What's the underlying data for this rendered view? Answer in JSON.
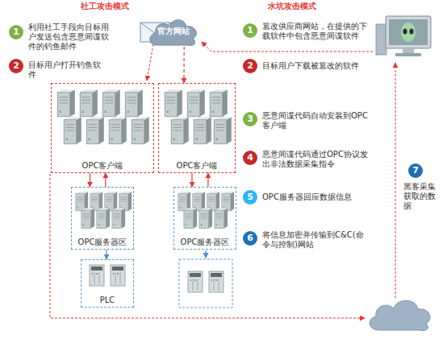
{
  "diagram": {
    "nodes": [
      {
        "text": [
          "官方网站"
        ]
      },
      {
        "text": [
          "OPC客户端"
        ]
      },
      {
        "text": [
          "OPC客户端"
        ]
      },
      {
        "text": [
          "OPC服务器区"
        ]
      },
      {
        "text": [
          "OPC服务器区"
        ]
      },
      {
        "text": [
          "PLC"
        ]
      }
    ],
    "edges": [
      {
        "from": 0,
        "to": 2,
        "arrow": "to"
      },
      {
        "from": 1,
        "to": 3,
        "arrow": "to"
      },
      {
        "from": 3,
        "to": 1,
        "arrow": "to"
      },
      {
        "from": 2,
        "to": 4,
        "arrow": "to"
      },
      {
        "from": 4,
        "to": 2,
        "arrow": "to"
      },
      {
        "from": 3,
        "to": 5,
        "arrow": "to"
      }
    ],
    "labels": [
      "社工攻击模式",
      "水坑攻击模式",
      "1",
      "利用社工手段向目标用户发送包含恶意间谍软件的钓鱼邮件",
      "1",
      "篡改供应商网站，在提供的下载软件中包含恶意间谍软件",
      "2",
      "目标用户打开钓鱼软件",
      "2",
      "目标用户下载被篡改的软件",
      "3",
      "恶意间谍代码自动安装到OPC客户端",
      "7",
      "黑客采集获取的数据",
      "4",
      "恶意间谍代码通过OPC协议发出非法数据采集指令",
      "5",
      "OPC服务器回应数据信息",
      "6",
      "将信息加密并传输到C&C(命令与控制)网站"
    ]
  }
}
